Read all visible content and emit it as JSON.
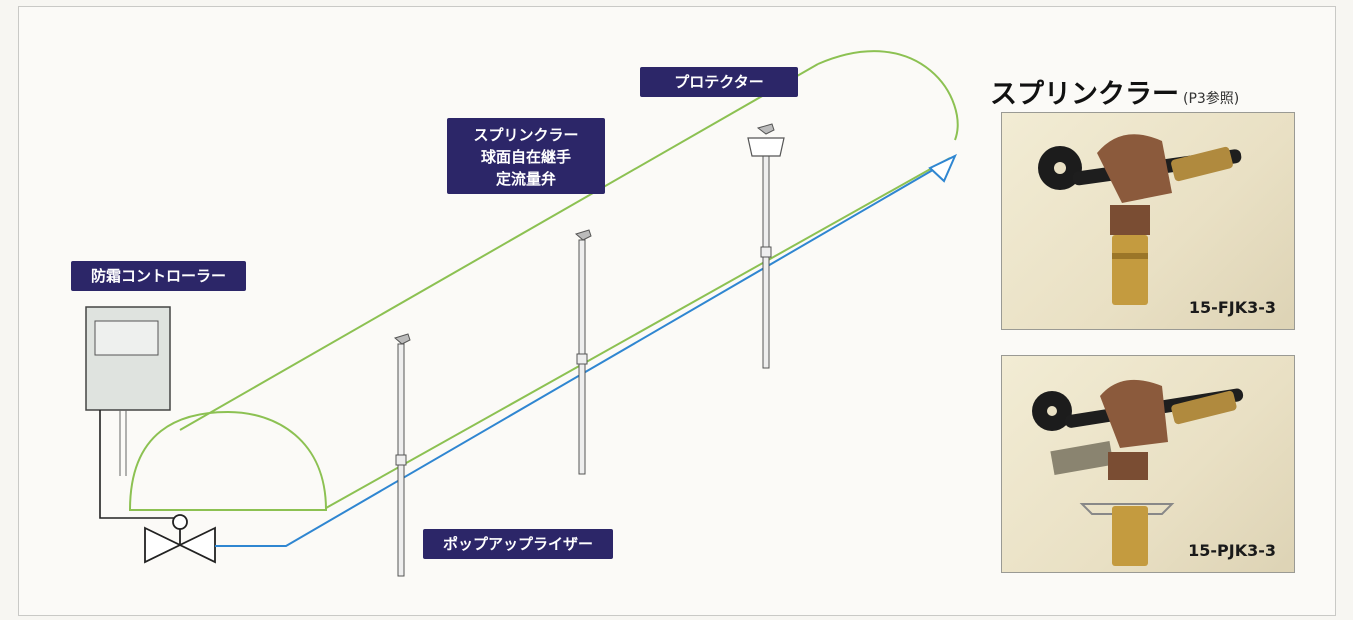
{
  "labels": {
    "frost_controller": "防霜コントローラー",
    "sprinkler_group": [
      "スプリンクラー",
      "球面自在継手",
      "定流量弁"
    ],
    "protector": "プロテクター",
    "popup_riser": "ポップアップライザー"
  },
  "product": {
    "heading": "スプリンクラー",
    "reference": "(P3参照)",
    "items": [
      {
        "model": "15-FJK3-3"
      },
      {
        "model": "15-PJK3-3"
      }
    ]
  },
  "colors": {
    "label_bg": "#2c2668",
    "greenhouse": "#8cc152",
    "pipe": "#2f86d1",
    "brass": "#b08a3e",
    "bronze": "#8b5a3c"
  }
}
